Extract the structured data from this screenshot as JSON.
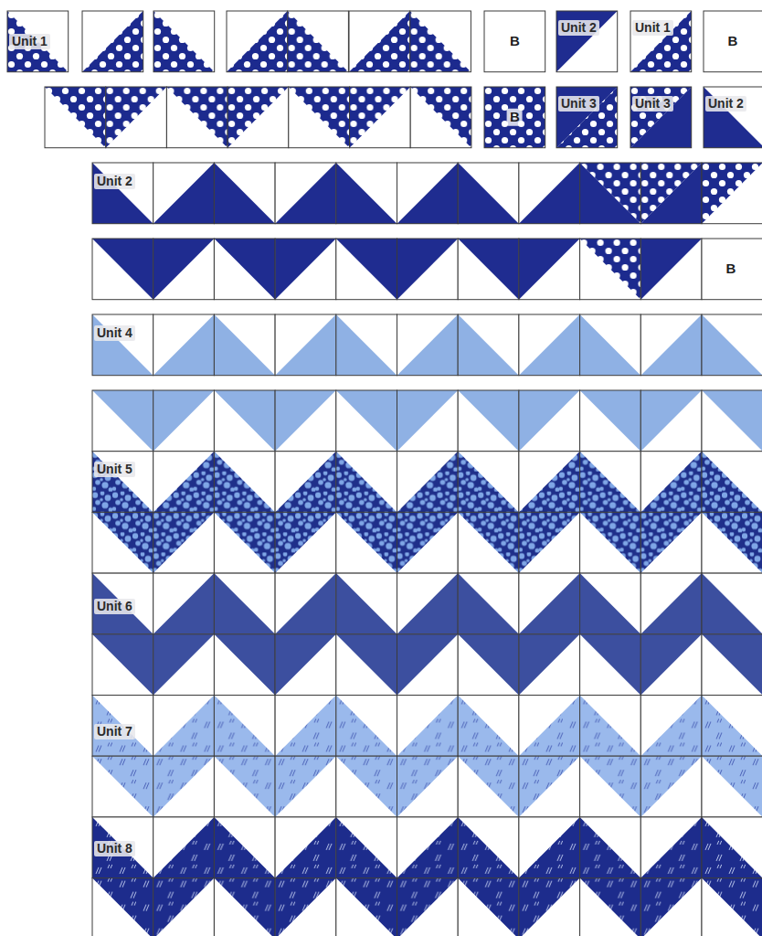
{
  "diagram": {
    "labels": [
      "Unit 1",
      "B",
      "Unit 2",
      "Unit 1",
      "B",
      "B",
      "Unit 3",
      "Unit 3",
      "Unit 2",
      "Unit 2",
      "B",
      "Unit 4",
      "Unit 5",
      "Unit 6",
      "Unit 7",
      "Unit 8"
    ]
  }
}
